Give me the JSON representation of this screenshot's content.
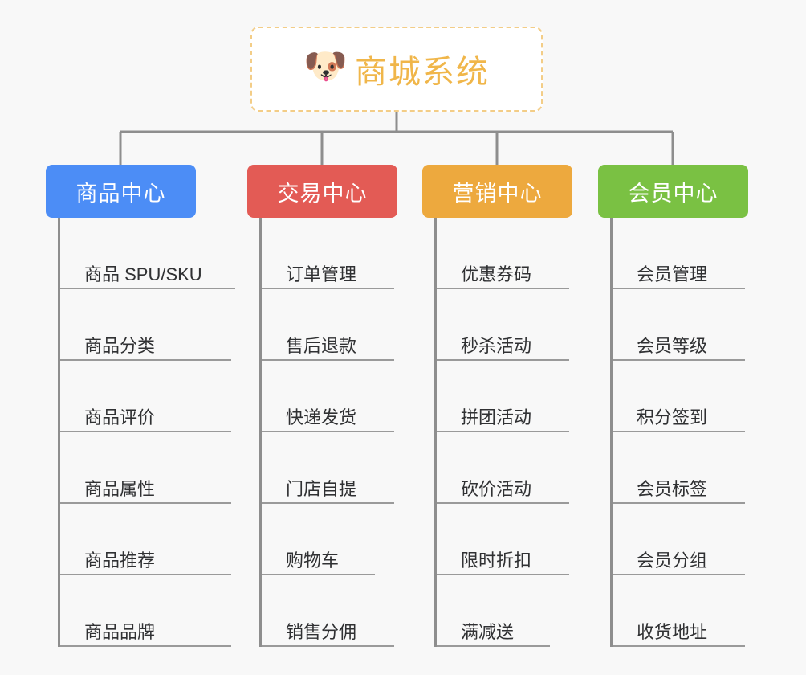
{
  "diagram": {
    "background_color": "#f8f8f8",
    "root": {
      "icon": "shiba-dog-face-emoji",
      "emoji": "🐶",
      "title": "商城系统",
      "text_color": "#f0b64a",
      "border_color": "#f3cd87",
      "background_color": "#ffffff"
    },
    "connector_color": "#8e8e8e",
    "columns": [
      {
        "key": "product-center",
        "label": "商品中心",
        "color": "#4c8df6",
        "items": [
          "商品 SPU/SKU",
          "商品分类",
          "商品评价",
          "商品属性",
          "商品推荐",
          "商品品牌"
        ]
      },
      {
        "key": "trade-center",
        "label": "交易中心",
        "color": "#e35b55",
        "items": [
          "订单管理",
          "售后退款",
          "快递发货",
          "门店自提",
          "购物车",
          "销售分佣"
        ]
      },
      {
        "key": "marketing-center",
        "label": "营销中心",
        "color": "#eda93e",
        "items": [
          "优惠券码",
          "秒杀活动",
          "拼团活动",
          "砍价活动",
          "限时折扣",
          "满减送"
        ]
      },
      {
        "key": "member-center",
        "label": "会员中心",
        "color": "#7ac143",
        "items": [
          "会员管理",
          "会员等级",
          "积分签到",
          "会员标签",
          "会员分组",
          "收货地址"
        ]
      }
    ]
  }
}
